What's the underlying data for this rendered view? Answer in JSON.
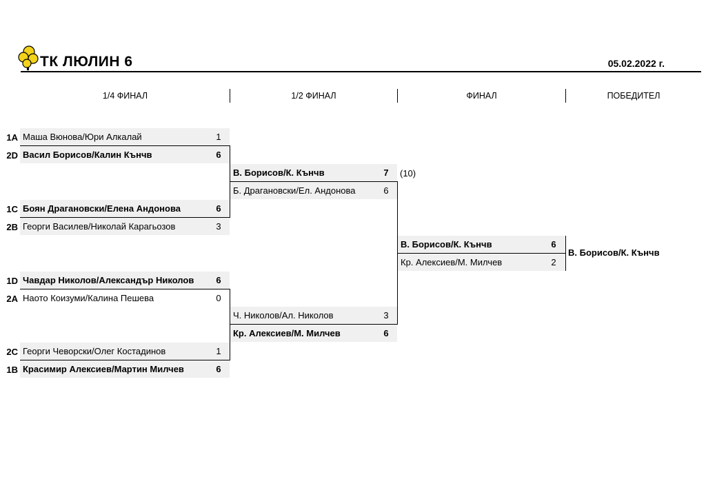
{
  "header": {
    "club": "ТК ЛЮЛИН 6",
    "date": "05.02.2022 г."
  },
  "rounds": [
    "1/4 ФИНАЛ",
    "1/2 ФИНАЛ",
    "ФИНАЛ",
    "ПОБЕДИТЕЛ"
  ],
  "quarterfinals": [
    {
      "seed": "1A",
      "name": "Маша Вюнова/Юри Алкалай",
      "score": "1",
      "winner": false
    },
    {
      "seed": "2D",
      "name": "Васил Борисов/Калин Кънчв",
      "score": "6",
      "winner": true
    },
    {
      "seed": "1C",
      "name": "Боян Драгановски/Елена Андонова",
      "score": "6",
      "winner": true
    },
    {
      "seed": "2B",
      "name": "Георги Василев/Николай Карагьозов",
      "score": "3",
      "winner": false
    },
    {
      "seed": "1D",
      "name": "Чавдар Николов/Александър Николов",
      "score": "6",
      "winner": true
    },
    {
      "seed": "2A",
      "name": "Наото Коизуми/Калина Пешева",
      "score": "0",
      "winner": false
    },
    {
      "seed": "2C",
      "name": "Георги Чеворски/Олег Костадинов",
      "score": "1",
      "winner": false
    },
    {
      "seed": "1B",
      "name": "Красимир Алексиев/Мартин Милчев",
      "score": "6",
      "winner": true
    }
  ],
  "semifinals": [
    {
      "name": "В. Борисов/К. Кънчв",
      "score": "7",
      "extra": "(10)",
      "winner": true
    },
    {
      "name": "Б. Драгановски/Ел. Андонова",
      "score": "6",
      "winner": false
    },
    {
      "name": "Ч. Николов/Ал. Николов",
      "score": "3",
      "winner": false
    },
    {
      "name": "Кр. Алексиев/М. Милчев",
      "score": "6",
      "winner": true
    }
  ],
  "final": [
    {
      "name": "В. Борисов/К. Кънчв",
      "score": "6",
      "winner": true
    },
    {
      "name": "Кр. Алексиев/М. Милчев",
      "score": "2",
      "winner": false
    }
  ],
  "champion": "В. Борисов/К. Кънчв",
  "logo_color": "#f2d21b"
}
